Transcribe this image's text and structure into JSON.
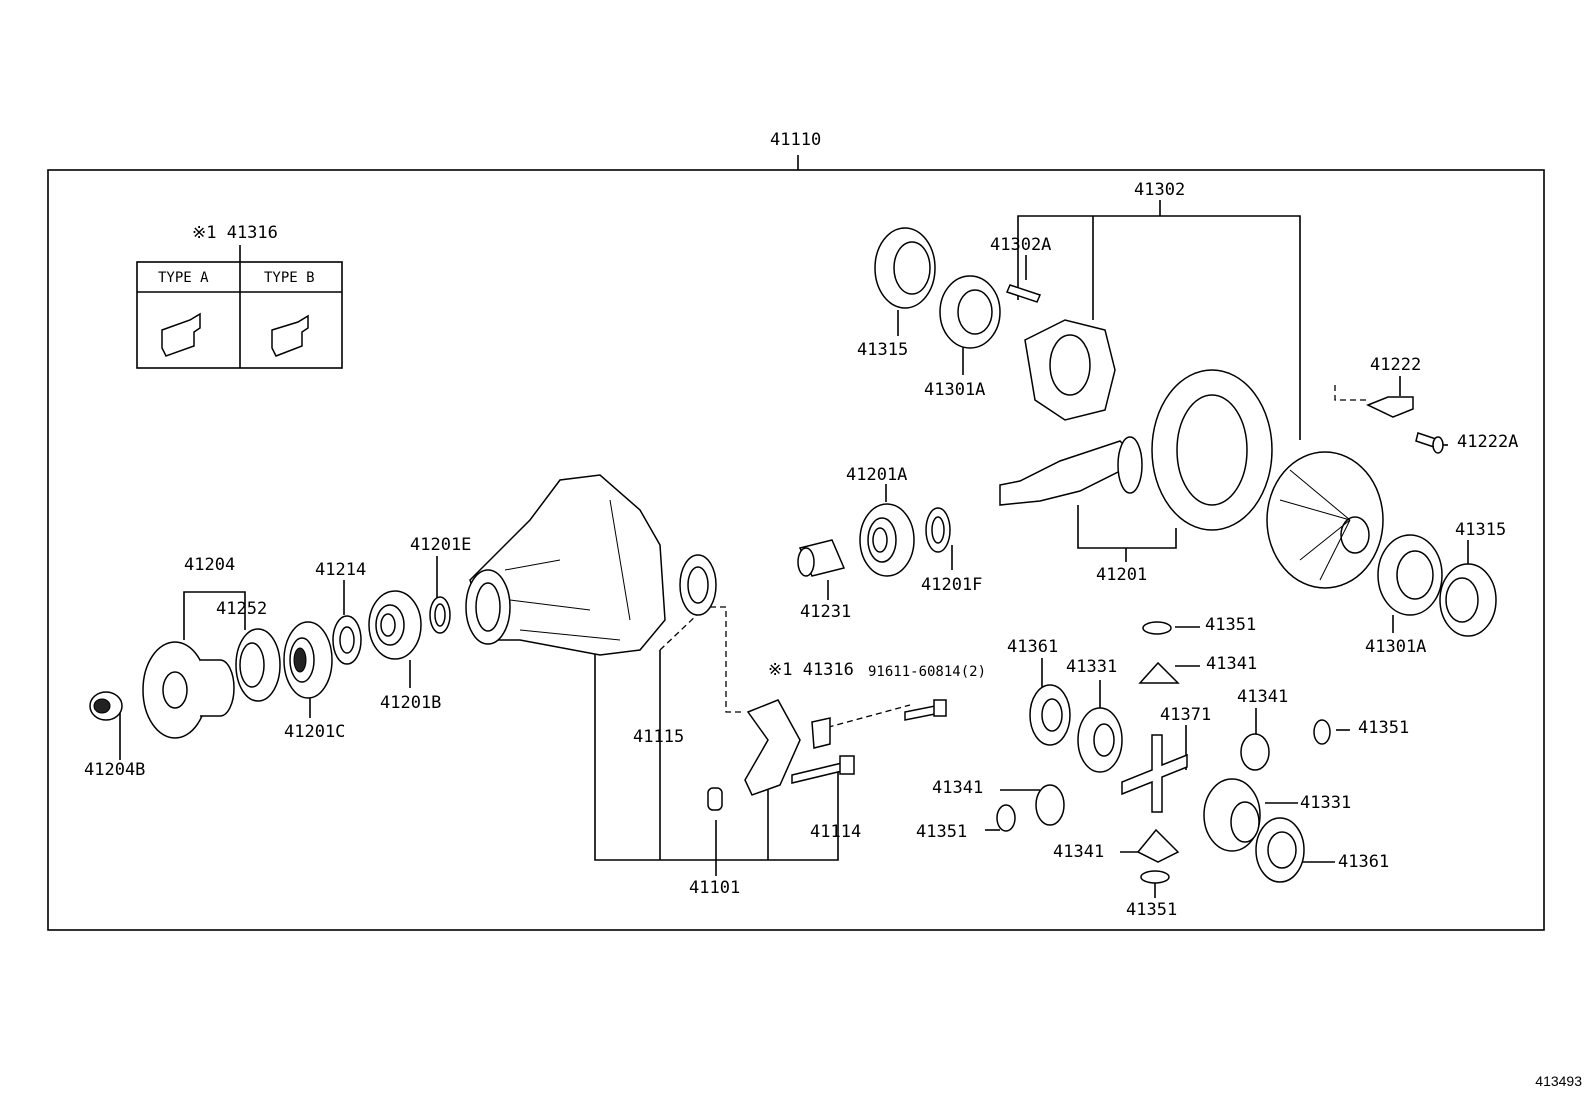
{
  "diagram_id": "413493",
  "assembly": "41110",
  "inset": {
    "title": "※1 41316",
    "type_a": "TYPE A",
    "type_b": "TYPE B"
  },
  "labels": {
    "l41302": "41302",
    "l41302A": "41302A",
    "l41315_top": "41315",
    "l41301A_top": "41301A",
    "l41222": "41222",
    "l41222A": "41222A",
    "l41315_right": "41315",
    "l41301A_right": "41301A",
    "l41201A": "41201A",
    "l41201F": "41201F",
    "l41231": "41231",
    "l41201": "41201",
    "l41204": "41204",
    "l41252": "41252",
    "l41214": "41214",
    "l41201E": "41201E",
    "l41201C": "41201C",
    "l41201B": "41201B",
    "l41204B": "41204B",
    "l41115": "41115",
    "l41316": "※1 41316",
    "l91611": "91611-60814(2)",
    "l41114": "41114",
    "l41101": "41101",
    "l41351_a": "41351",
    "l41361_a": "41361",
    "l41331_a": "41331",
    "l41341_a": "41341",
    "l41371": "41371",
    "l41341_b": "41341",
    "l41351_b": "41351",
    "l41341_c": "41341",
    "l41351_c": "41351",
    "l41331_b": "41331",
    "l41341_d": "41341",
    "l41361_b": "41361",
    "l41351_d": "41351"
  }
}
